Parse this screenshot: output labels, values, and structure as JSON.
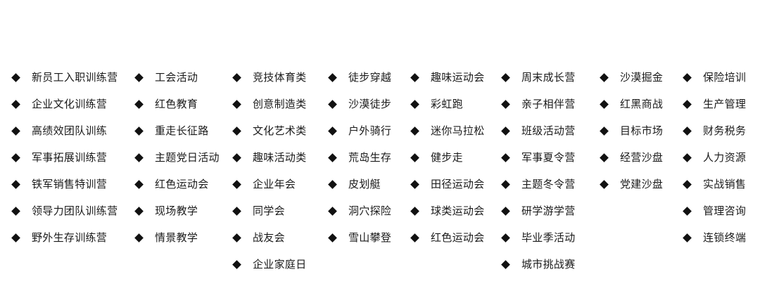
{
  "columns": [
    {
      "items": [
        "新员工入职训练营",
        "企业文化训练营",
        "高绩效团队训练",
        "军事拓展训练营",
        "铁军销售特训营",
        "领导力团队训练营",
        "野外生存训练营"
      ]
    },
    {
      "items": [
        "工会活动",
        "红色教育",
        "重走长征路",
        "主题党日活动",
        "红色运动会",
        "现场教学",
        "情景教学"
      ]
    },
    {
      "items": [
        "竞技体育类",
        "创意制造类",
        "文化艺术类",
        "趣味活动类",
        "企业年会",
        "同学会",
        "战友会",
        "企业家庭日"
      ]
    },
    {
      "items": [
        "徒步穿越",
        "沙漠徒步",
        "户外骑行",
        "荒岛生存",
        "皮划艇",
        "洞穴探险",
        "雪山攀登"
      ]
    },
    {
      "items": [
        "趣味运动会",
        "彩虹跑",
        "迷你马拉松",
        "健步走",
        "田径运动会",
        "球类运动会",
        "红色运动会"
      ]
    },
    {
      "items": [
        "周末成长营",
        "亲子相伴营",
        "班级活动营",
        "军事夏令营",
        "主题冬令营",
        "研学游学营",
        "毕业季活动",
        "城市挑战赛"
      ]
    },
    {
      "items": [
        "沙漠掘金",
        "红黑商战",
        "目标市场",
        "经营沙盘",
        "党建沙盘"
      ]
    },
    {
      "items": [
        "保险培训",
        "生产管理",
        "财务税务",
        "人力资源",
        "实战销售",
        "管理咨询",
        "连锁终端"
      ]
    }
  ],
  "bullet_icon": "diamond-bullet-icon",
  "colors": {
    "text": "#1a1a1a",
    "bullet": "#111111",
    "background": "#ffffff"
  }
}
